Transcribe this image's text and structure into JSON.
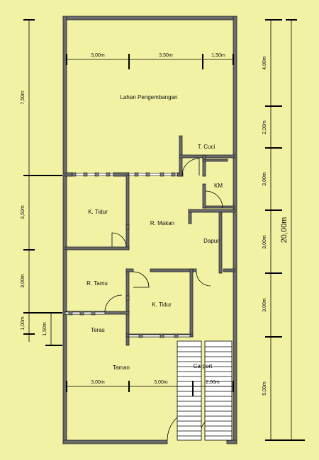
{
  "rooms": {
    "lahan": "Lahan Pengembangan",
    "t_cuci": "T. Cuci",
    "km": "KM",
    "k_tidur_1": "K. Tidur",
    "r_makan": "R. Makan",
    "dapur": "Dapur",
    "r_tamu": "R. Tamu",
    "k_tidur_2": "K. Tidur",
    "teras": "Teras",
    "taman": "Taman",
    "carport": "Carport"
  },
  "dimensions": {
    "top_1": "3,00m",
    "top_2": "3,50m",
    "top_3": "1,50m",
    "bottom_1": "3,00m",
    "bottom_2": "3,00m",
    "bottom_3": "2,00m",
    "left_1": "7,50m",
    "left_2": "3,50m",
    "left_3": "3,00m",
    "left_4": "1,00m",
    "left_5": "1,50m",
    "right_1": "4,00m",
    "right_2": "2,00m",
    "right_3": "3,00m",
    "right_4": "3,00m",
    "right_5": "3,00m",
    "right_6": "5,00m",
    "total": "20,00m"
  }
}
